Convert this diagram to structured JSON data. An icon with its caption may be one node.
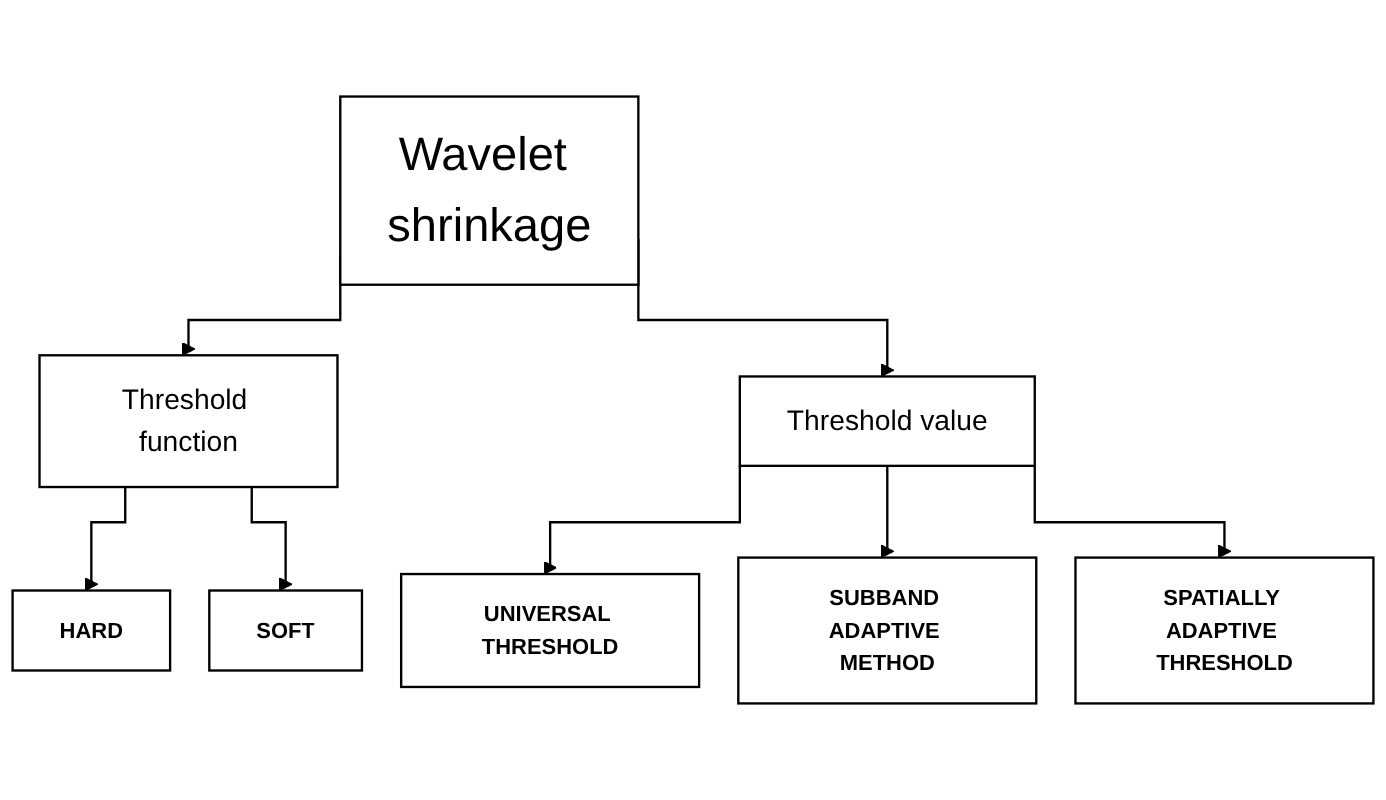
{
  "diagram": {
    "nodes": [
      {
        "text": [
          "Wavelet shrinkage"
        ]
      },
      {
        "text": [
          "Threshold function"
        ]
      },
      {
        "text": [
          "Threshold value"
        ]
      },
      {
        "text": [
          "HARD"
        ]
      },
      {
        "text": [
          "SOFT"
        ]
      },
      {
        "text": [
          "UNIVERSAL THRESHOLD"
        ]
      },
      {
        "text": [
          "SUBBAND ADAPTIVE METHOD"
        ]
      },
      {
        "text": [
          "SPATIALLY ADAPTIVE THRESHOLD"
        ]
      }
    ],
    "edges": [
      {
        "from": 0,
        "to": 1,
        "arrow": "to"
      },
      {
        "from": 0,
        "to": 2,
        "arrow": "to"
      },
      {
        "from": 1,
        "to": 3,
        "arrow": "to"
      },
      {
        "from": 1,
        "to": 4,
        "arrow": "to"
      },
      {
        "from": 2,
        "to": 5,
        "arrow": "to"
      },
      {
        "from": 2,
        "to": 6,
        "arrow": "to"
      },
      {
        "from": 2,
        "to": 7,
        "arrow": "to"
      }
    ]
  }
}
